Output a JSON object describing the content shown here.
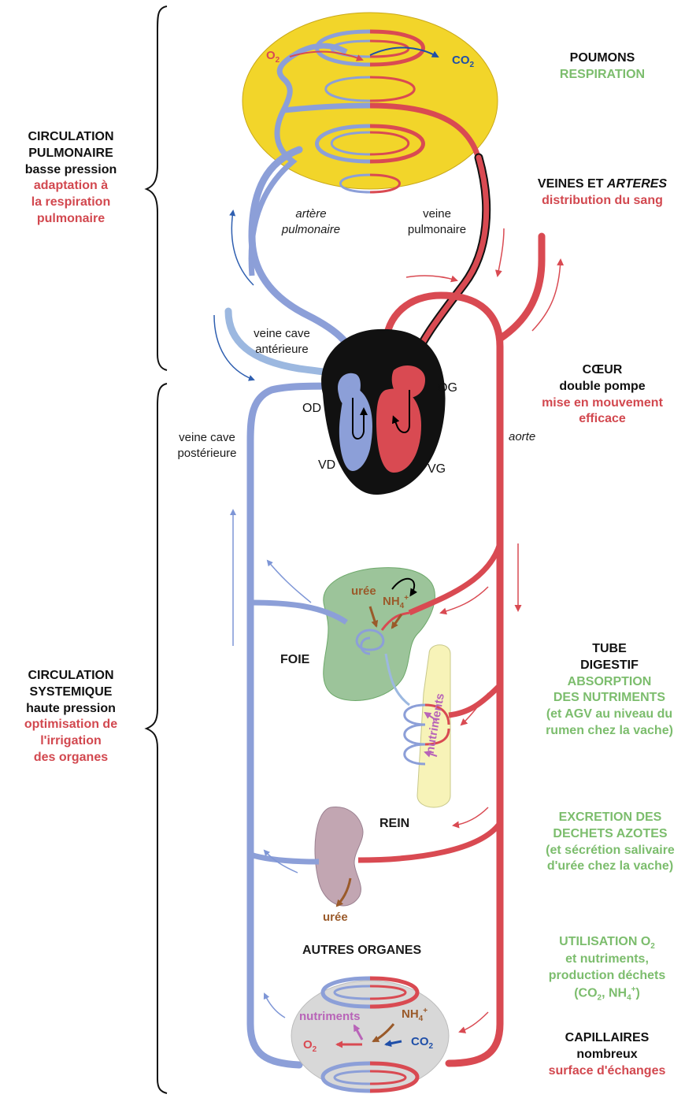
{
  "left_labels": {
    "pulmonary": {
      "title_1": "CIRCULATION",
      "title_2": "PULMONAIRE",
      "subtitle": "basse pression",
      "note_1": "adaptation à",
      "note_2": "la respiration",
      "note_3": "pulmonaire"
    },
    "systemic": {
      "title_1": "CIRCULATION",
      "title_2": "SYSTEMIQUE",
      "subtitle": "haute pression",
      "note_1": "optimisation de",
      "note_2": "l'irrigation",
      "note_3": "des organes"
    }
  },
  "right_labels": {
    "lungs": {
      "title": "POUMONS",
      "function": "RESPIRATION"
    },
    "vessels": {
      "title_prefix": "VEINES ET ",
      "title_italic": "ARTERES",
      "function": "distribution du sang"
    },
    "heart": {
      "title": "CŒUR",
      "subtitle": "double pompe",
      "function_1": "mise en mouvement",
      "function_2": "efficace"
    },
    "gut": {
      "title_1": "TUBE",
      "title_2": "DIGESTIF",
      "function_1": "ABSORPTION",
      "function_2": "DES NUTRIMENTS",
      "note_1": "(et AGV au niveau du",
      "note_2": "rumen chez la vache)"
    },
    "kidney_fn": {
      "function_1": "EXCRETION DES",
      "function_2": "DECHETS AZOTES",
      "note_1": "(et sécrétion salivaire",
      "note_2": "d'urée chez la vache)"
    },
    "organs_fn": {
      "line_1_prefix": "UTILISATION O",
      "line_1_sub": "2",
      "line_2": "et nutriments,",
      "line_3": "production déchets",
      "line_4_a": "(CO",
      "line_4_sub": "2",
      "line_4_b": ", NH",
      "line_4_sub2": "4",
      "line_4_sup": "+",
      "line_4_c": ")"
    },
    "capillaries": {
      "title": "CAPILLAIRES",
      "subtitle": "nombreux",
      "function": "surface d'échanges"
    }
  },
  "vessel_labels": {
    "pulmonary_artery_1": "artère",
    "pulmonary_artery_2": "pulmonaire",
    "pulmonary_vein_1": "veine",
    "pulmonary_vein_2": "pulmonaire",
    "vena_cava_ant_1": "veine cave",
    "vena_cava_ant_2": "antérieure",
    "vena_cava_post_1": "veine cave",
    "vena_cava_post_2": "postérieure",
    "aorta": "aorte"
  },
  "heart_labels": {
    "od": "OD",
    "og": "OG",
    "vd": "VD",
    "vg": "VG"
  },
  "organ_labels": {
    "liver": "FOIE",
    "kidney": "REIN",
    "other_organs": "AUTRES ORGANES"
  },
  "chem_labels": {
    "lung_o2": "O",
    "lung_o2_sub": "2",
    "lung_co2": "CO",
    "lung_co2_sub": "2",
    "liver_urea": "urée",
    "liver_nh4": "NH",
    "liver_nh4_sub": "4",
    "liver_nh4_sup": "+",
    "gut_nutrients": "nutriments",
    "kidney_urea": "urée",
    "organ_nutrients": "nutriments",
    "organ_nh4": "NH",
    "organ_nh4_sub": "4",
    "organ_nh4_sup": "+",
    "organ_o2": "O",
    "organ_o2_sub": "2",
    "organ_co2": "CO",
    "organ_co2_sub": "2"
  },
  "colors": {
    "venous_blood": "#8c9fd8",
    "venous_light": "#9cb8e0",
    "arterial_blood": "#d94a52",
    "lung_fill": "#f2d52a",
    "heart_fill": "#111111",
    "liver_fill": "#9cc49a",
    "gut_fill": "#f7f3b8",
    "kidney_fill": "#c2a6b2",
    "organ_fill": "#d8d8d8",
    "label_red": "#d2484f",
    "label_green": "#7cbd6d",
    "urea_brown": "#9a5a2a",
    "nutrient_purple": "#b864b8"
  }
}
